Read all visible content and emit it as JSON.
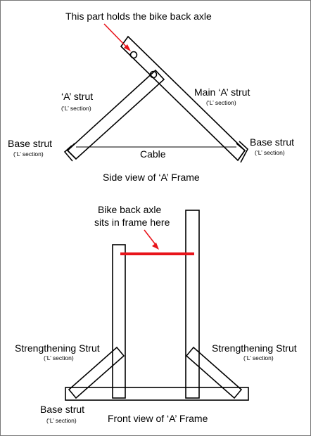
{
  "colors": {
    "stroke": "#000000",
    "annotation": "#e8141b",
    "border": "#777777",
    "background": "#ffffff"
  },
  "side_view": {
    "caption": "Side view of ‘A’ Frame",
    "top_note": "This part holds the bike back axle",
    "cable_label": "Cable",
    "a_strut": {
      "name": "‘A’ strut",
      "section": "(‘L’ section)"
    },
    "main_a_strut": {
      "name": "Main ‘A’ strut",
      "section": "(‘L’ section)"
    },
    "base_strut_left": {
      "name": "Base strut",
      "section": "(‘L’ section)"
    },
    "base_strut_right": {
      "name": "Base strut",
      "section": "(‘L’ section)"
    }
  },
  "front_view": {
    "caption": "Front view of ‘A’ Frame",
    "axle_note_line1": "Bike back axle",
    "axle_note_line2": "sits in frame here",
    "strengthening_left": {
      "name": "Strengthening Strut",
      "section": "(‘L’ section)"
    },
    "strengthening_right": {
      "name": "Strengthening Strut",
      "section": "(‘L’ section)"
    },
    "base_strut": {
      "name": "Base strut",
      "section": "(‘L’ section)"
    }
  }
}
